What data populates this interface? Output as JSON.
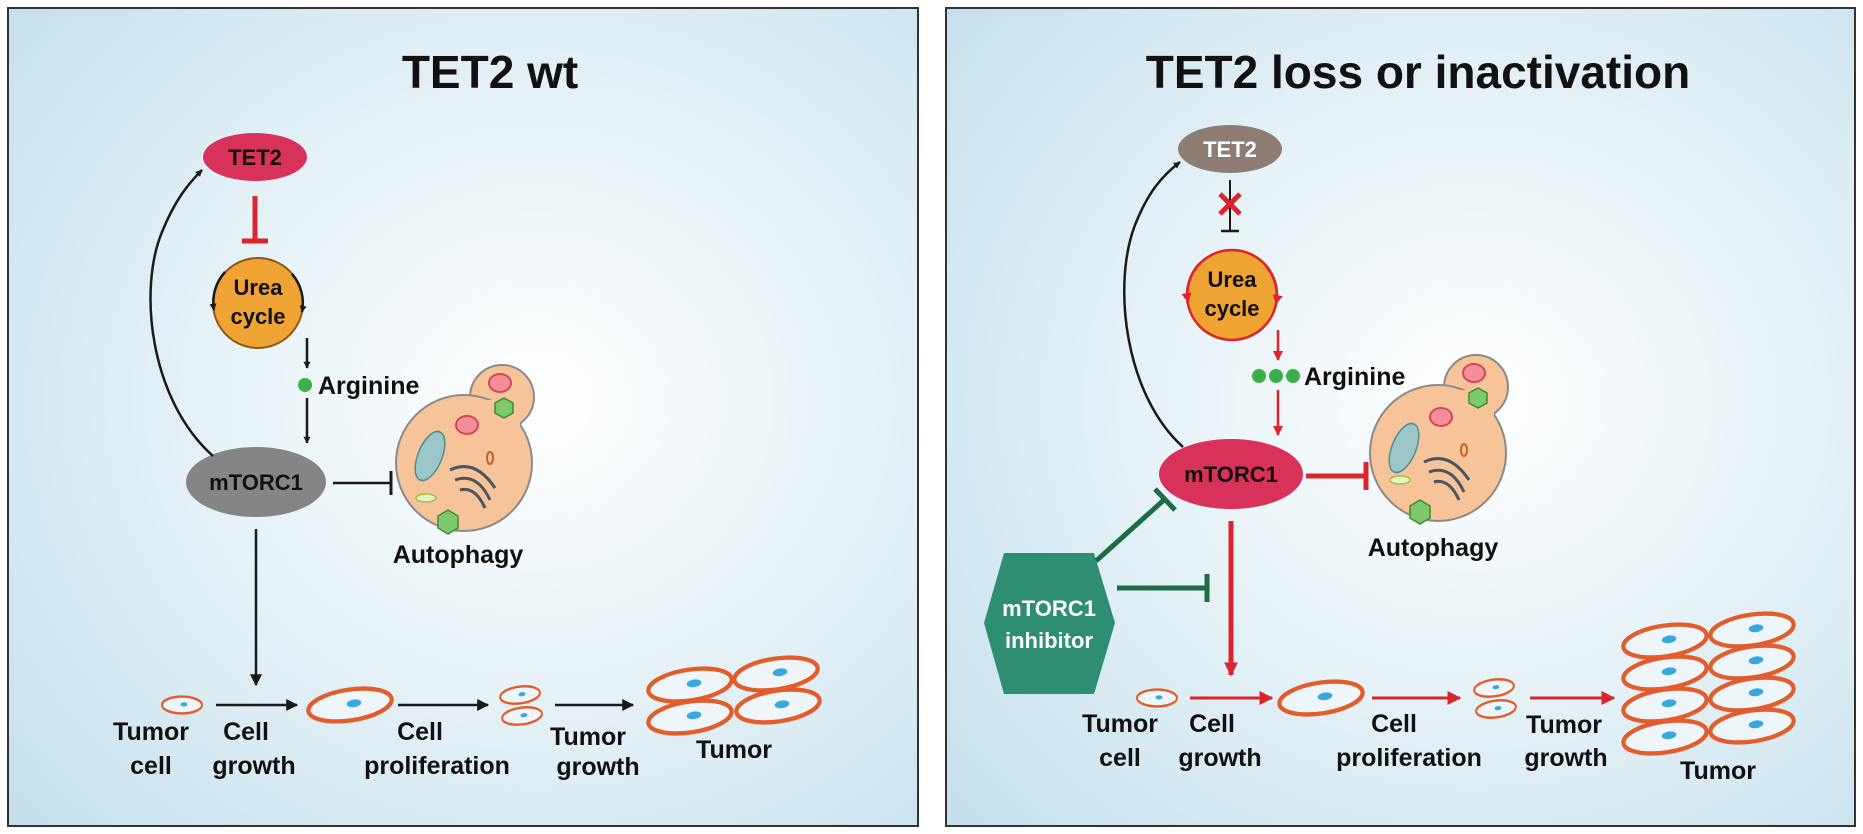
{
  "colors": {
    "tet2_active": "#d8325a",
    "tet2_inactive": "#8d7d73",
    "urea_cycle": "#eea333",
    "mtorc1_inactive": "#848587",
    "mtorc1_active": "#d8325a",
    "arginine": "#3bb04a",
    "inhibitor": "#2e8e74",
    "inhibit_arrow": "#1f6b45",
    "red_arrow": "#d9252b",
    "black_arrow": "#1a1a1a",
    "cell_outline": "#e25d2b",
    "nucleus": "#3aa7e0"
  },
  "left": {
    "title": "TET2 wt",
    "tet2": "TET2",
    "urea": [
      "Urea",
      "cycle"
    ],
    "arginine": "Arginine",
    "mtorc1": "mTORC1",
    "autophagy": "Autophagy",
    "stages": {
      "tumor_cell": [
        "Tumor",
        "cell"
      ],
      "cell_growth": [
        "Cell",
        "growth"
      ],
      "cell_proliferation": [
        "Cell",
        "proliferation"
      ],
      "tumor_growth": [
        "Tumor",
        "growth"
      ],
      "tumor": "Tumor"
    }
  },
  "right": {
    "title": "TET2 loss or inactivation",
    "tet2": "TET2",
    "urea": [
      "Urea",
      "cycle"
    ],
    "arginine": "Arginine",
    "mtorc1": "mTORC1",
    "autophagy": "Autophagy",
    "inhibitor": [
      "mTORC1",
      "inhibitor"
    ],
    "stages": {
      "tumor_cell": [
        "Tumor",
        "cell"
      ],
      "cell_growth": [
        "Cell",
        "growth"
      ],
      "cell_proliferation": [
        "Cell",
        "proliferation"
      ],
      "tumor_growth": [
        "Tumor",
        "growth"
      ],
      "tumor": "Tumor"
    }
  }
}
